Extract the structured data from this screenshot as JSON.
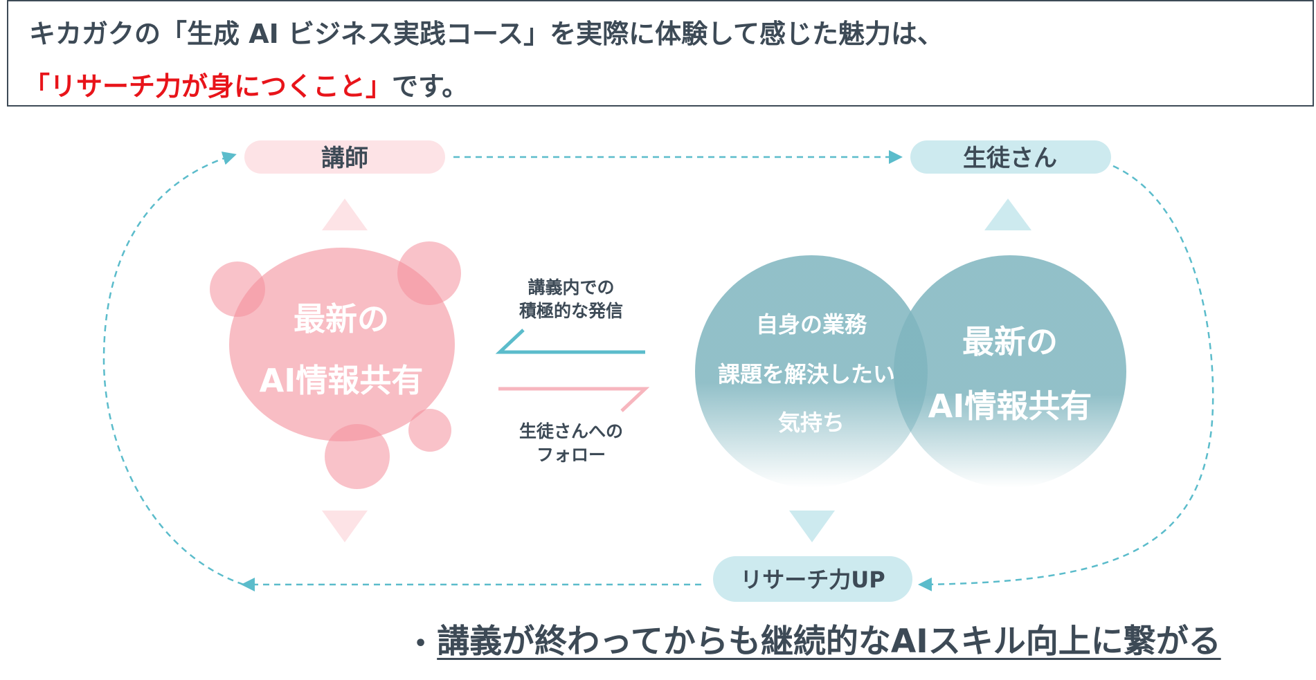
{
  "header": {
    "line1": "キカガクの「生成 AI ビジネス実践コース」を実際に体験して感じた魅力は、",
    "line2_highlight": "「リサーチ力が身につくこと」",
    "line2_rest": "です。"
  },
  "diagram": {
    "teacher_label": "講師",
    "student_label": "生徒さん",
    "research_label": "リサーチ力UP",
    "left_bubble": {
      "line1": "最新の",
      "line2": "AI情報共有"
    },
    "right_circle_left": {
      "line1": "自身の業務",
      "line2": "課題を解決したい",
      "line3": "気持ち"
    },
    "right_circle_right": {
      "line1": "最新の",
      "line2": "AI情報共有"
    },
    "top_arrow_caption": {
      "line1": "講義内での",
      "line2": "積極的な発信"
    },
    "bottom_arrow_caption": {
      "line1": "生徒さんへの",
      "line2": "フォロー"
    },
    "colors": {
      "pink": "#f7b6be",
      "pink_light": "#fde3e6",
      "teal": "#7fb5bf",
      "teal_light": "#cdeaef",
      "teal_line": "#5bbccb",
      "dark_text": "#3d4a56",
      "red": "#e8141a"
    }
  },
  "footer": {
    "bullet": "•",
    "text": "講義が終わってからも継続的なAIスキル向上に繋がる"
  }
}
